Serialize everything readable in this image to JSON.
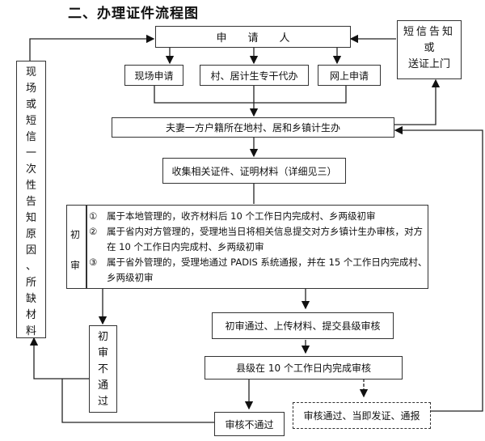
{
  "title": "二、办理证件流程图",
  "nodes": {
    "applicant": "申　　请　　人",
    "notify_top": [
      "短信告知",
      "或",
      "送证上门"
    ],
    "onsite": "现场申请",
    "village_agent": "村、居计生专干代办",
    "online": "网上申请",
    "office": "夫妻一方户籍所在地村、居和乡镇计生办",
    "collect": "收集相关证件、证明材料（详细见三）",
    "prelim_label": [
      "初",
      "审"
    ],
    "prelim_items": [
      {
        "num": "①",
        "text": "属于本地管理的，收齐材料后 10 个工作日内完成村、乡两级初审"
      },
      {
        "num": "②",
        "text": "属于省内对方管理的，受理地当日将相关信息提交对方乡镇计生办审核，对方在 10 个工作日内完成村、乡两级初审"
      },
      {
        "num": "③",
        "text": "属于省外管理的，受理地通过 PADIS 系统通报，并在 15 个工作日内完成村、乡两级初审"
      }
    ],
    "prelim_fail": [
      "初",
      "审",
      "不",
      "通",
      "过"
    ],
    "left_notice": [
      "现",
      "场",
      "或",
      "短",
      "信",
      "一",
      "次",
      "性",
      "告",
      "知",
      "原",
      "因",
      "、",
      "所",
      "缺",
      "材",
      "料"
    ],
    "prelim_pass": "初审通过、上传材料、提交县级审核",
    "county_review": "县级在 10 个工作日内完成审核",
    "review_fail": "审核不通过",
    "review_pass": "审核通过、当即发证、通报"
  }
}
